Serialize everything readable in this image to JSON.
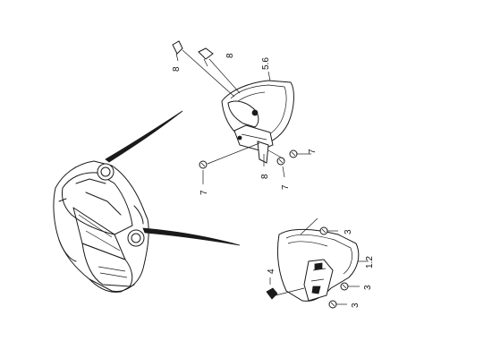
{
  "diagram": {
    "callouts": {
      "upper_clip_left": "8",
      "upper_clip_right": "8",
      "upper_lamp": "5.6",
      "upper_screw_right": "7",
      "upper_bracket": "8",
      "upper_screw_lower": "7",
      "upper_screw_left": "7",
      "lower_screw_top": "3",
      "lower_lamp": "1.2",
      "lower_screw_right": "3",
      "lower_screw_bottom": "3",
      "lower_nut": "4"
    }
  }
}
